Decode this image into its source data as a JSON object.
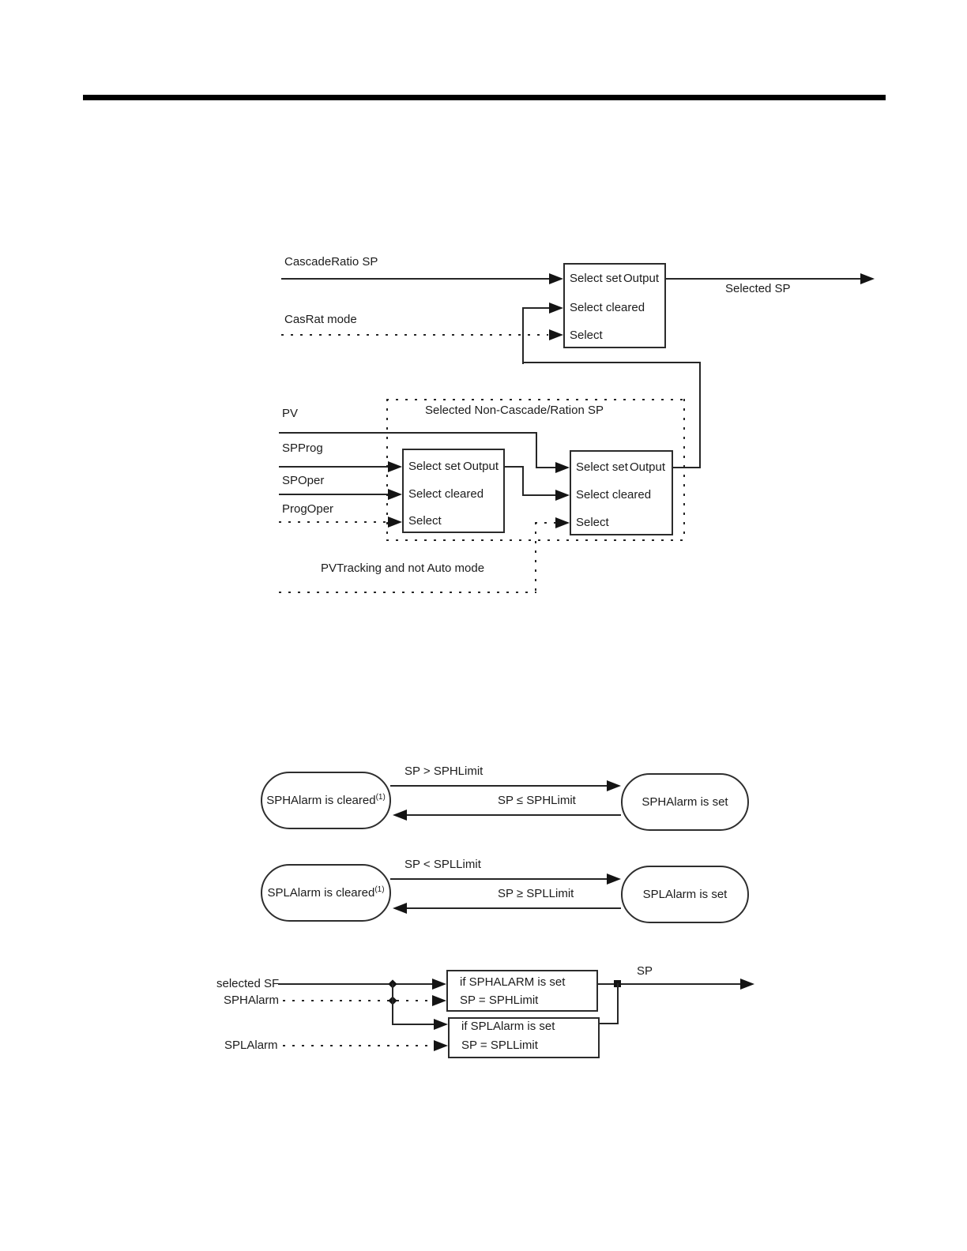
{
  "colors": {
    "ink": "#1c1c1c",
    "line": "#262626",
    "rule": "#000000"
  },
  "sp_select_diagram": {
    "cascade_sp_label": "CascadeRatio SP",
    "casrat_mode_label": "CasRat mode",
    "selected_sp_label": "Selected SP",
    "dotted_box_label": "Selected Non-Cascade/Ration SP",
    "pv_label": "PV",
    "spprog_label": "SPProg",
    "spoper_label": "SPOper",
    "progoper_label": "ProgOper",
    "pvtracking_label": "PVTracking and not Auto mode",
    "select_block": {
      "select_set": "Select set",
      "output": "Output",
      "select_cleared": "Select cleared",
      "select": "Select"
    }
  },
  "alarm_state_diagrams": {
    "rows": [
      {
        "cleared_state": "SPHAlarm is cleared",
        "cleared_sup": "(1)",
        "set_state": "SPHAlarm is set",
        "to_set_condition": "SP > SPHLimit",
        "to_cleared_condition": "SP ≤ SPHLimit"
      },
      {
        "cleared_state": "SPLAlarm is cleared",
        "cleared_sup": "(1)",
        "set_state": "SPLAlarm is set",
        "to_set_condition": "SP < SPLLimit",
        "to_cleared_condition": "SP ≥ SPLLimit"
      }
    ]
  },
  "sp_limiting_diagram": {
    "selected_sp_label": "selected SF",
    "sphalarm_label": "SPHAlarm",
    "splalarm_label": "SPLAlarm",
    "high_box_line1": "if SPHALARM is set",
    "high_box_line2": "SP = SPHLimit",
    "low_box_line1": "if SPLAlarm is set",
    "low_box_line2": "SP = SPLLimit",
    "sp_output_label": "SP"
  }
}
